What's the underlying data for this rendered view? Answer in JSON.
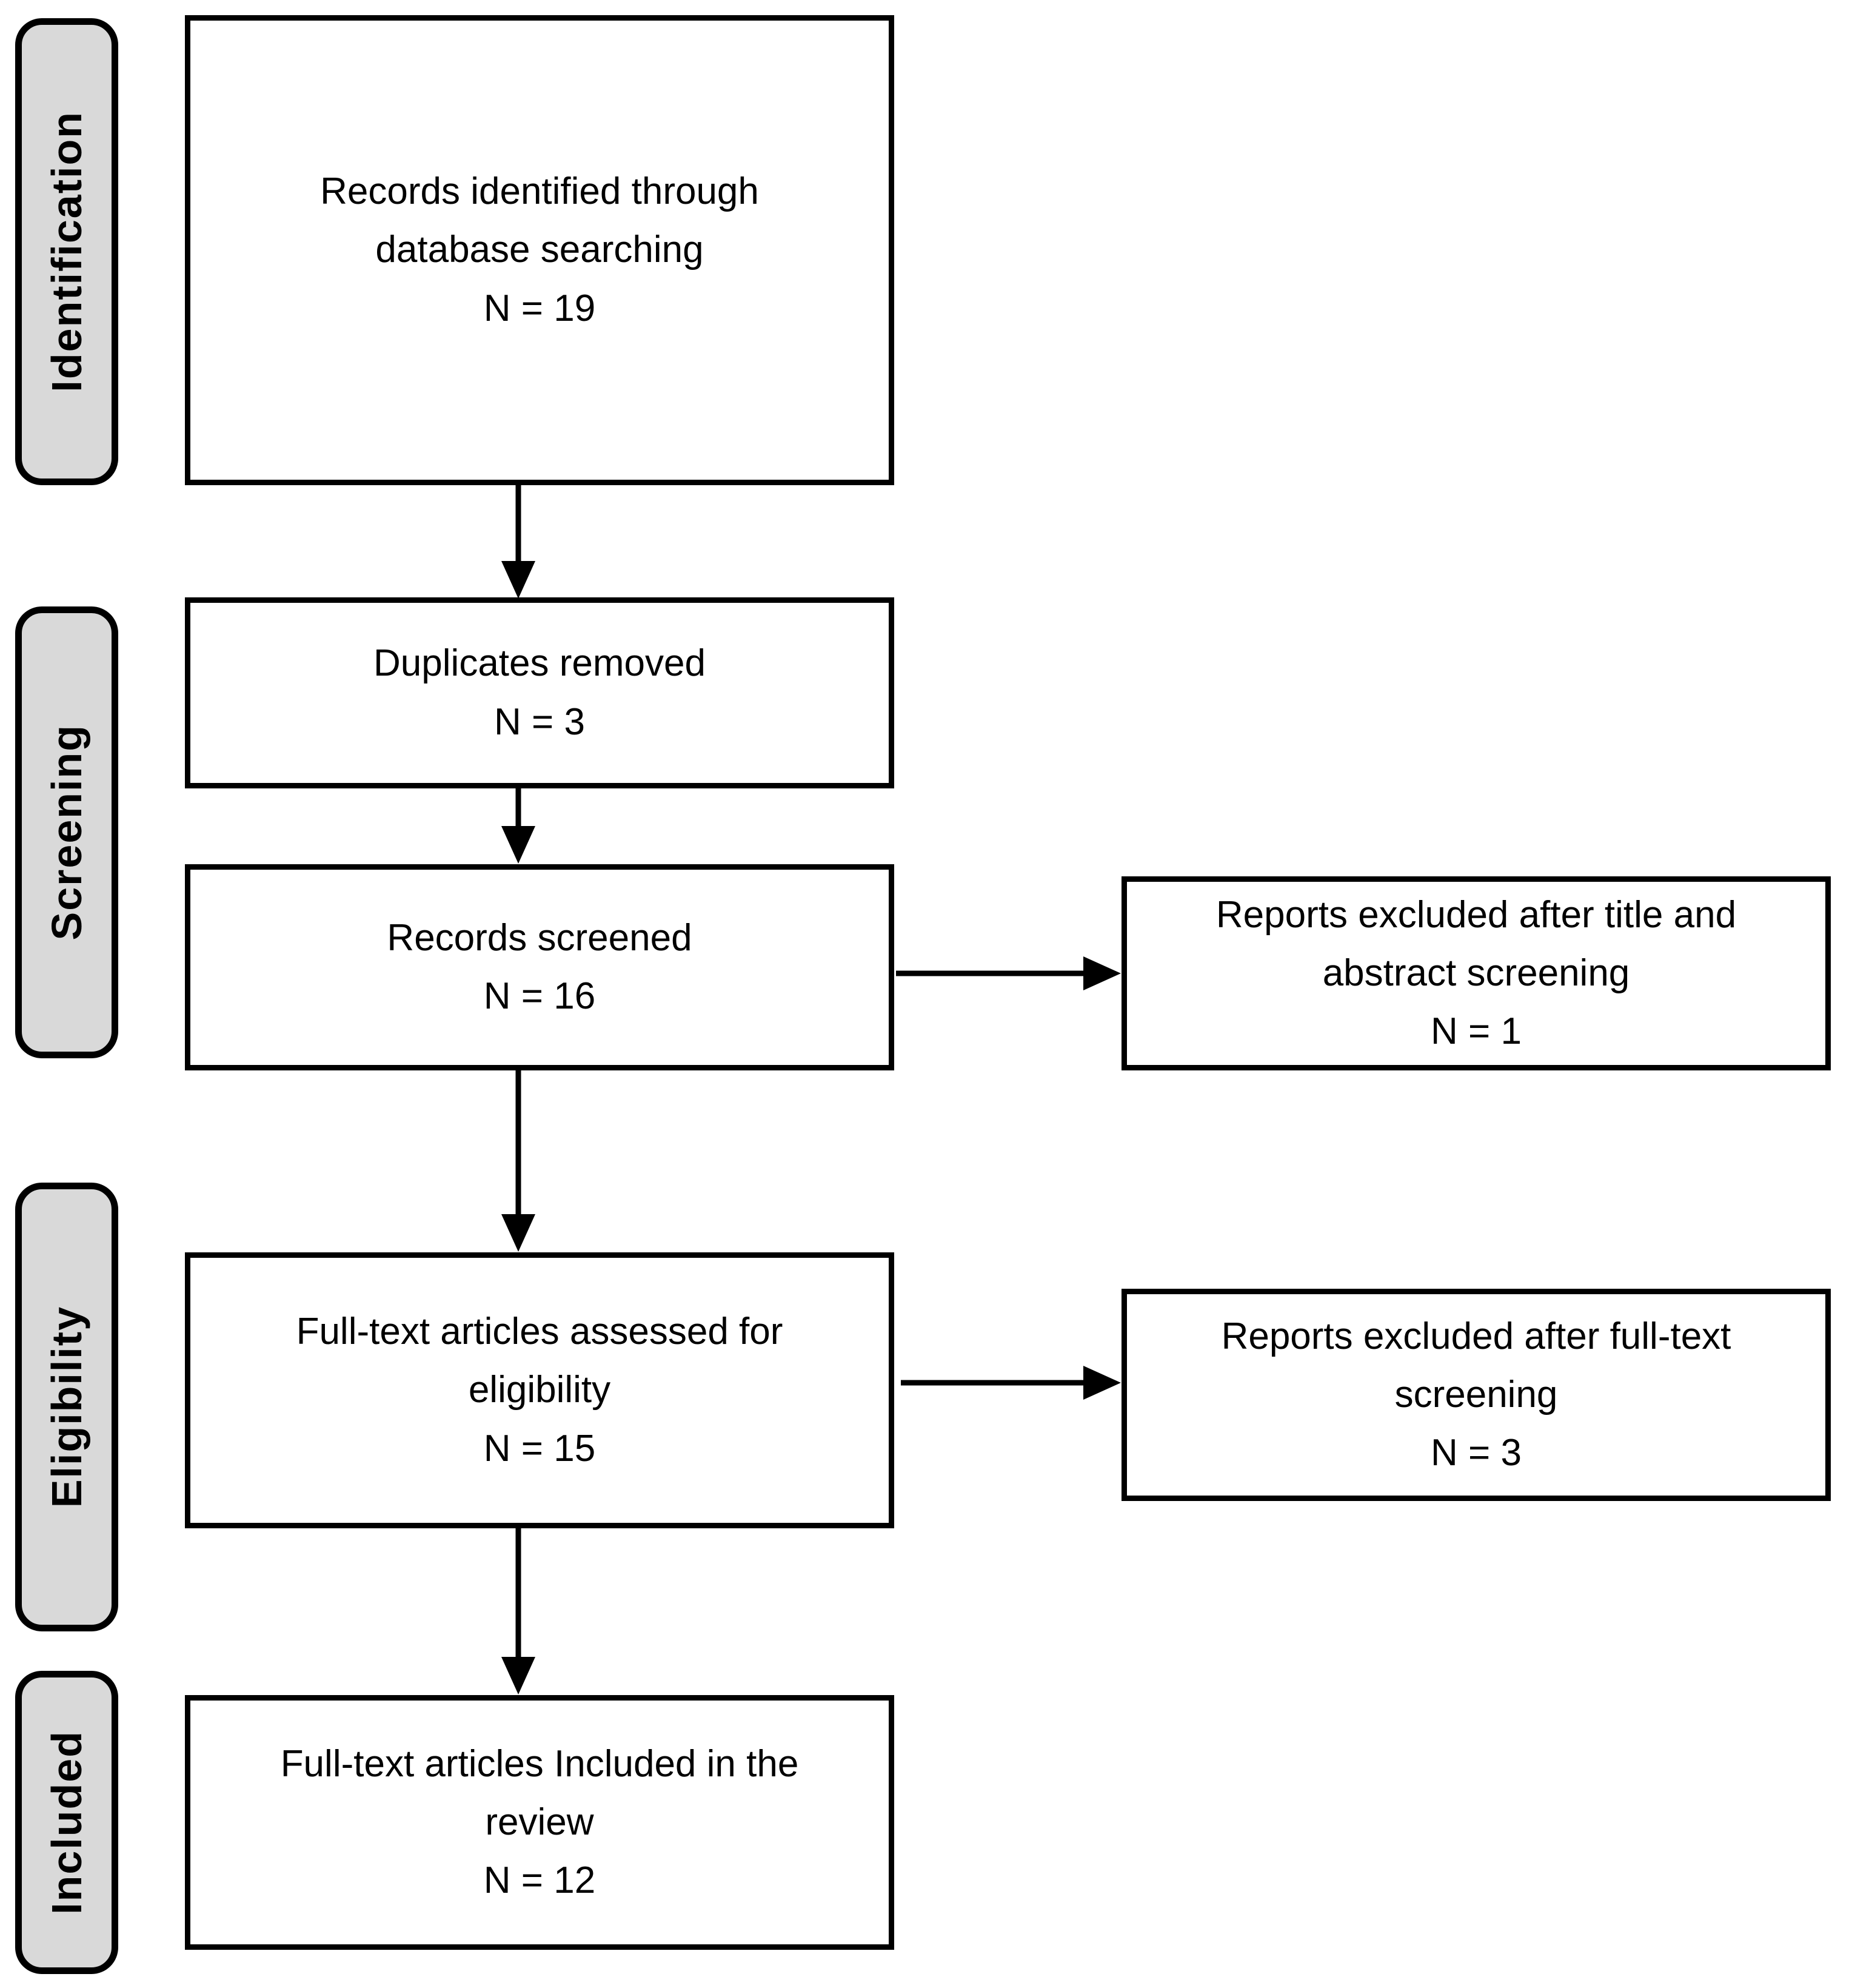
{
  "diagram": {
    "type": "prisma-flow",
    "stages": [
      {
        "label": "Identification"
      },
      {
        "label": "Screening"
      },
      {
        "label": "Eligibility"
      },
      {
        "label": "Included"
      }
    ],
    "boxes": {
      "identified": {
        "lines": [
          "Records identified through",
          "database searching",
          "N = 19"
        ]
      },
      "duplicates": {
        "lines": [
          "Duplicates removed",
          "N = 3"
        ]
      },
      "screened": {
        "lines": [
          "Records screened",
          "N = 16"
        ]
      },
      "fulltext_assessed": {
        "lines": [
          "Full-text articles assessed for",
          "eligibility",
          "N = 15"
        ]
      },
      "included_review": {
        "lines": [
          "Full-text articles Included in the",
          "review",
          "N = 12"
        ]
      },
      "excluded_title": {
        "lines": [
          "Reports excluded after title and",
          "abstract screening",
          "N = 1"
        ]
      },
      "excluded_fulltext": {
        "lines": [
          "Reports excluded after full-text",
          "screening",
          "N = 3"
        ]
      }
    },
    "counts": {
      "records_identified": 19,
      "duplicates_removed": 3,
      "records_screened": 16,
      "fulltext_assessed": 15,
      "excluded_title_abstract": 1,
      "excluded_fulltext": 3,
      "included_in_review": 12
    },
    "colors": {
      "stage_fill": "#d9d9d9",
      "line": "#000000",
      "box_fill": "#ffffff",
      "background": "#ffffff"
    }
  }
}
